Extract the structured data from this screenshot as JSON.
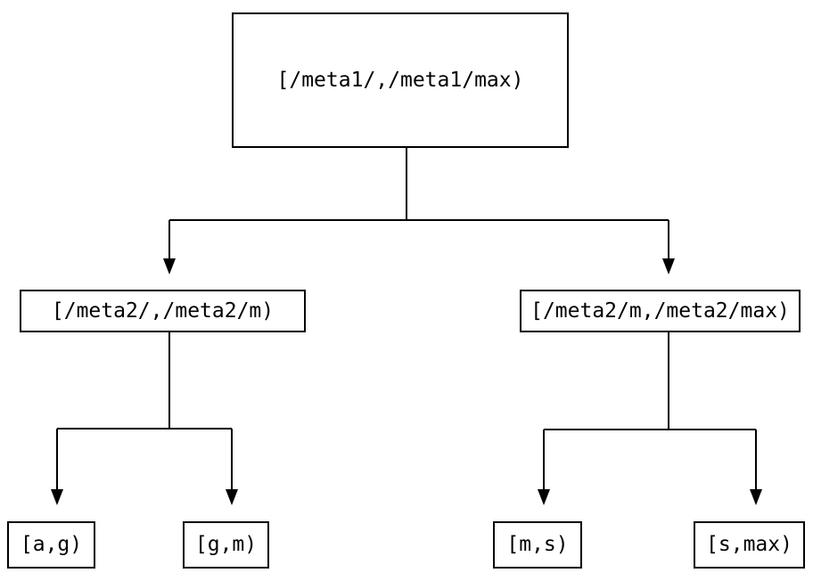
{
  "diagram": {
    "type": "tree",
    "background_color": "#ffffff",
    "line_color": "#000000",
    "node_border_color": "#000000",
    "node_fill_color": "#ffffff",
    "text_color": "#000000",
    "nodes": {
      "root": {
        "label": "[/meta1/,/meta1/max)"
      },
      "left": {
        "label": "[/meta2/,/meta2/m)"
      },
      "right": {
        "label": "[/meta2/m,/meta2/max)"
      },
      "leaf_ag": {
        "label": "[a,g)"
      },
      "leaf_gm": {
        "label": "[g,m)"
      },
      "leaf_ms": {
        "label": "[m,s)"
      },
      "leaf_smax": {
        "label": "[s,max)"
      }
    },
    "edges": [
      {
        "from": "root",
        "to": "left",
        "arrow": "down"
      },
      {
        "from": "root",
        "to": "right",
        "arrow": "down"
      },
      {
        "from": "left",
        "to": "leaf_ag",
        "arrow": "down"
      },
      {
        "from": "left",
        "to": "leaf_gm",
        "arrow": "down"
      },
      {
        "from": "right",
        "to": "leaf_ms",
        "arrow": "down"
      },
      {
        "from": "right",
        "to": "leaf_smax",
        "arrow": "down"
      }
    ]
  }
}
